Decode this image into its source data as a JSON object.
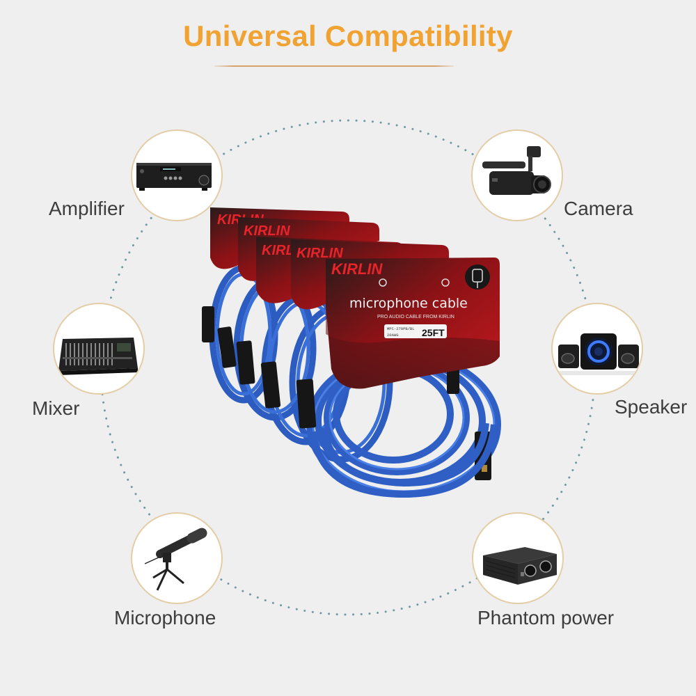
{
  "header": {
    "title": "Universal Compatibility"
  },
  "colors": {
    "title": "#f0a232",
    "background": "#efefef",
    "dotted_ring": "#6f9aa2",
    "bubble_border": "#e3cda6",
    "cable": "#2f5fc4",
    "package_red": "#b3161b"
  },
  "devices": [
    {
      "id": "amplifier",
      "label": "Amplifier",
      "icon": "amplifier-icon"
    },
    {
      "id": "camera",
      "label": "Camera",
      "icon": "camera-icon"
    },
    {
      "id": "mixer",
      "label": "Mixer",
      "icon": "mixer-icon"
    },
    {
      "id": "speaker",
      "label": "Speaker",
      "icon": "speaker-icon"
    },
    {
      "id": "microphone",
      "label": "Microphone",
      "icon": "microphone-icon"
    },
    {
      "id": "phantom-power",
      "label": "Phantom power",
      "icon": "phantom-power-icon"
    }
  ],
  "product": {
    "brand": "KIRLIN",
    "name": "microphone cable",
    "tagline": "PRO AUDIO CABLE FROM KIRLIN",
    "model": "MPC-270PB/BL",
    "gauge": "20AWG",
    "length": "25FT",
    "package_count": 5
  }
}
